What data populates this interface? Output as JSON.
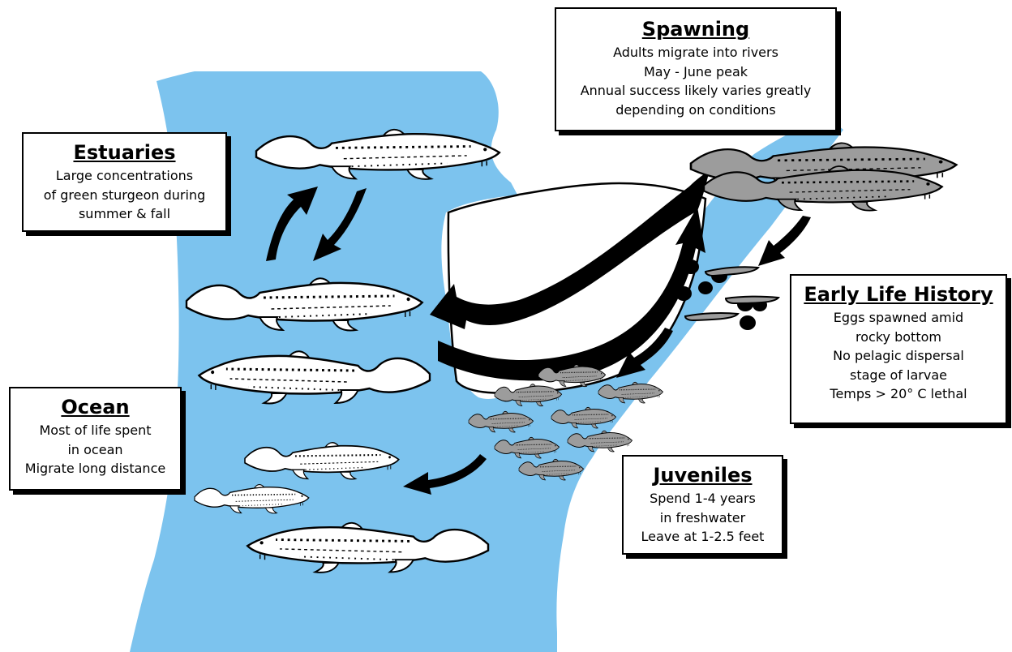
{
  "colors": {
    "water": "#7cc3ee",
    "fish_adult": "#ffffff",
    "fish_spawning": "#9c9c9c",
    "ink": "#000000"
  },
  "boxes": {
    "spawning": {
      "title": "Spawning",
      "lines": [
        "Adults migrate into rivers",
        "May - June peak",
        "Annual success likely varies greatly",
        "depending on conditions"
      ]
    },
    "estuaries": {
      "title": "Estuaries",
      "lines": [
        "Large concentrations",
        "of green sturgeon during",
        "summer & fall"
      ]
    },
    "early_life": {
      "title": "Early Life History",
      "lines": [
        "Eggs spawned amid",
        "rocky bottom",
        "No pelagic dispersal",
        "stage of larvae",
        "Temps > 20° C lethal"
      ]
    },
    "ocean": {
      "title": "Ocean",
      "lines": [
        "Most of life spent",
        "in ocean",
        "Migrate long distance"
      ]
    },
    "juveniles": {
      "title": "Juveniles",
      "lines": [
        "Spend 1-4 years",
        "in freshwater",
        "Leave at 1-2.5 feet"
      ]
    }
  },
  "icons": [
    "sturgeon-fish",
    "egg",
    "larva",
    "migration-arrow"
  ]
}
